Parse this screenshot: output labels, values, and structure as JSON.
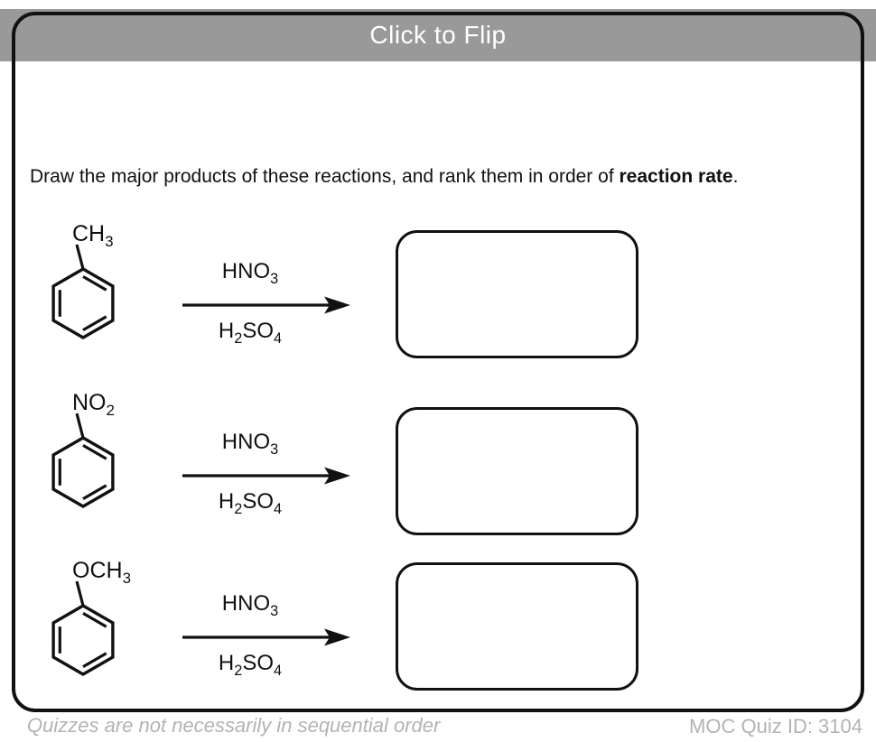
{
  "header": {
    "title": "Click to Flip"
  },
  "instruction": {
    "prefix": "Draw the major products of these reactions, and rank them in order of ",
    "bold": "reaction rate",
    "suffix": "."
  },
  "reactions": [
    {
      "substituent": {
        "base": "CH",
        "sub": "3"
      },
      "reagent_above": {
        "p1": "HNO",
        "s1": "3",
        "p2": "",
        "s2": ""
      },
      "reagent_below": {
        "p1": "H",
        "s1": "2",
        "p2": "SO",
        "s2": "4"
      }
    },
    {
      "substituent": {
        "base": "NO",
        "sub": "2"
      },
      "reagent_above": {
        "p1": "HNO",
        "s1": "3",
        "p2": "",
        "s2": ""
      },
      "reagent_below": {
        "p1": "H",
        "s1": "2",
        "p2": "SO",
        "s2": "4"
      }
    },
    {
      "substituent": {
        "base": "OCH",
        "sub": "3"
      },
      "reagent_above": {
        "p1": "HNO",
        "s1": "3",
        "p2": "",
        "s2": ""
      },
      "reagent_below": {
        "p1": "H",
        "s1": "2",
        "p2": "SO",
        "s2": "4"
      }
    }
  ],
  "footer": {
    "left_note": "Quizzes are not necessarily in sequential order",
    "right_id": "MOC Quiz ID: 3104"
  },
  "colors": {
    "ink": "#111111",
    "header_gray": "#999999",
    "header_text": "#ffffff",
    "footer_gray": "#b3b3b3"
  }
}
